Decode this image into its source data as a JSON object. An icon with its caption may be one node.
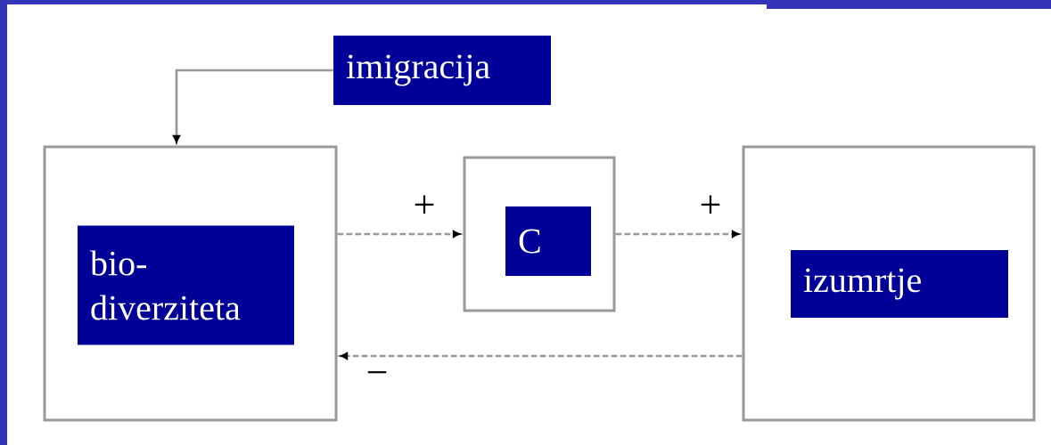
{
  "diagram": {
    "nodes": [
      {
        "text": [
          "imigracija"
        ]
      },
      {
        "text": [],
        "shape": "box"
      },
      {
        "text": [
          "bio- diverziteta"
        ],
        "in": 1
      },
      {
        "text": [],
        "shape": "box"
      },
      {
        "text": [
          "C"
        ],
        "in": 3
      },
      {
        "text": [],
        "shape": "box"
      },
      {
        "text": [
          "izumrtje"
        ],
        "in": 5
      }
    ],
    "edges": [
      {
        "from": 0,
        "to": 1,
        "arrow": "to"
      },
      {
        "from": 1,
        "to": 3,
        "arrow": "to",
        "label": "+",
        "style": "dashed"
      },
      {
        "from": 3,
        "to": 5,
        "arrow": "to",
        "label": "+",
        "style": "dashed"
      },
      {
        "from": 5,
        "to": 1,
        "arrow": "to",
        "label": "−",
        "style": "dashed"
      }
    ]
  }
}
